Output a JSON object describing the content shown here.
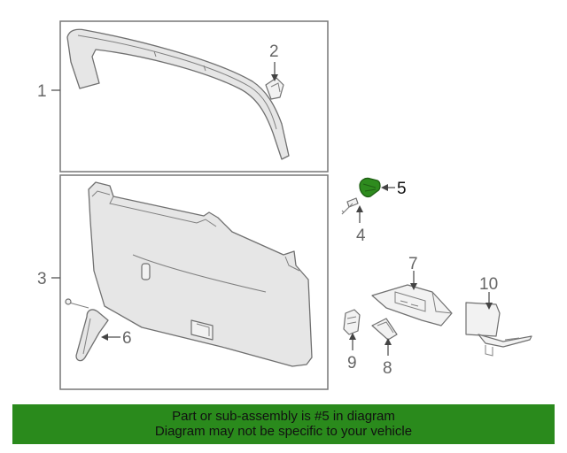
{
  "callouts": {
    "c1": "1",
    "c2": "2",
    "c3": "3",
    "c4": "4",
    "c5": "5",
    "c6": "6",
    "c7": "7",
    "c8": "8",
    "c9": "9",
    "c10": "10"
  },
  "highlighted_part": "5",
  "colors": {
    "highlight": "#2e8b1e",
    "banner_background": "#2a8a1c",
    "banner_text": "#111111"
  },
  "banner": {
    "line1": "Part or sub-assembly is #5 in diagram",
    "line2": "Diagram may not be specific to your vehicle"
  }
}
